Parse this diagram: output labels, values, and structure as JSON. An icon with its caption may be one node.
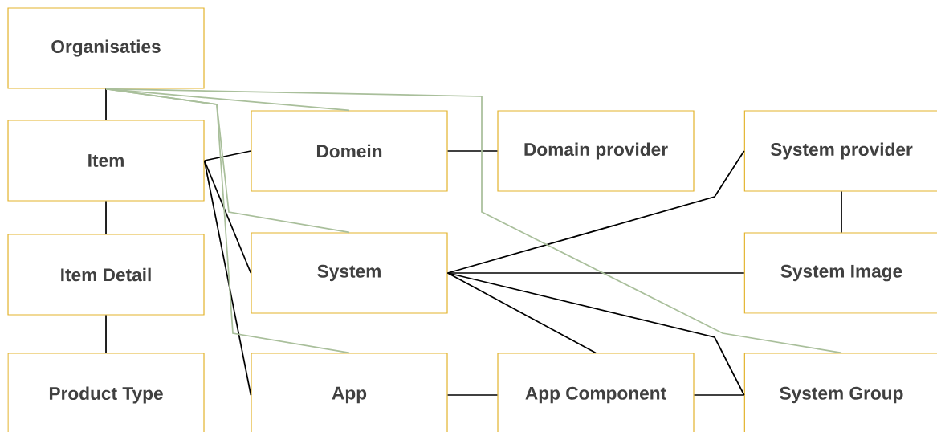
{
  "diagram": {
    "nodes": [
      {
        "text": [
          "Organisaties"
        ]
      },
      {
        "text": [
          "Item"
        ]
      },
      {
        "text": [
          "Item Detail"
        ]
      },
      {
        "text": [
          "Product Type"
        ]
      },
      {
        "text": [
          "Domein"
        ]
      },
      {
        "text": [
          "Domain provider"
        ]
      },
      {
        "text": [
          "System provider"
        ]
      },
      {
        "text": [
          "System"
        ]
      },
      {
        "text": [
          "System Image"
        ]
      },
      {
        "text": [
          "App"
        ]
      },
      {
        "text": [
          "App Component"
        ]
      },
      {
        "text": [
          "System Group"
        ]
      }
    ],
    "edges": [
      {
        "from": 0,
        "to": 1,
        "arrow": "none"
      },
      {
        "from": 1,
        "to": 2,
        "arrow": "none"
      },
      {
        "from": 2,
        "to": 3,
        "arrow": "none"
      },
      {
        "from": 1,
        "to": 4,
        "arrow": "none"
      },
      {
        "from": 1,
        "to": 7,
        "arrow": "none"
      },
      {
        "from": 1,
        "to": 9,
        "arrow": "none"
      },
      {
        "from": 4,
        "to": 5,
        "arrow": "none"
      },
      {
        "from": 6,
        "to": 8,
        "arrow": "none"
      },
      {
        "from": 7,
        "to": 6,
        "arrow": "none"
      },
      {
        "from": 7,
        "to": 8,
        "arrow": "none"
      },
      {
        "from": 7,
        "to": 10,
        "arrow": "none"
      },
      {
        "from": 7,
        "to": 11,
        "arrow": "none"
      },
      {
        "from": 9,
        "to": 10,
        "arrow": "none"
      },
      {
        "from": 10,
        "to": 11,
        "arrow": "none"
      },
      {
        "from": 0,
        "to": 4,
        "arrow": "none",
        "color": "#a9bf9b"
      },
      {
        "from": 0,
        "to": 7,
        "arrow": "none",
        "color": "#a9bf9b"
      },
      {
        "from": 0,
        "to": 9,
        "arrow": "none",
        "color": "#a9bf9b"
      },
      {
        "from": 0,
        "to": 11,
        "arrow": "none",
        "color": "#a9bf9b"
      }
    ]
  }
}
